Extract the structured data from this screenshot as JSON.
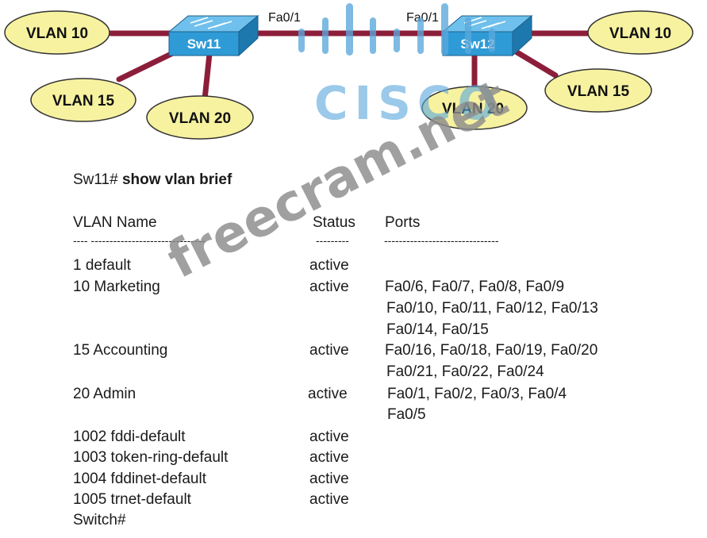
{
  "diagram": {
    "left": {
      "switch": "Sw11",
      "vlans": [
        "VLAN 10",
        "VLAN 15",
        "VLAN 20"
      ],
      "port": "Fa0/1"
    },
    "right": {
      "switch": "Sw12",
      "vlans": [
        "VLAN 10",
        "VLAN 15",
        "VLAN 20"
      ],
      "port": "Fa0/1"
    }
  },
  "logo": {
    "text": "CISCO",
    "color": "#5aa8dc"
  },
  "colors": {
    "link": "#8c1e3a",
    "ellipse": "#f7f2a0",
    "switch": "#2f9bd6"
  },
  "output": {
    "prompt": "Sw11#",
    "command": "show vlan brief",
    "headers": {
      "vlan_name": "VLAN Name",
      "status": "Status",
      "ports": "Ports"
    },
    "dashes": {
      "id": "----",
      "name": "-------------------------------",
      "status": "---------",
      "ports": "-------------------------------"
    },
    "rows": [
      {
        "id_name": "1    default",
        "status": "active",
        "ports": []
      },
      {
        "id_name": "10   Marketing",
        "status": "active",
        "ports": [
          "Fa0/6, Fa0/7, Fa0/8, Fa0/9",
          "Fa0/10, Fa0/11, Fa0/12, Fa0/13",
          "Fa0/14, Fa0/15"
        ]
      },
      {
        "id_name": "15   Accounting",
        "status": "active",
        "ports": [
          "Fa0/16, Fa0/18, Fa0/19, Fa0/20",
          "Fa0/21, Fa0/22, Fa0/24"
        ]
      },
      {
        "id_name": "20   Admin",
        "status": "active",
        "ports": [
          "Fa0/1, Fa0/2, Fa0/3, Fa0/4",
          "Fa0/5"
        ]
      },
      {
        "id_name": "1002 fddi-default",
        "status": "active",
        "ports": []
      },
      {
        "id_name": "1003 token-ring-default",
        "status": "active",
        "ports": []
      },
      {
        "id_name": "1004 fddinet-default",
        "status": "active",
        "ports": []
      },
      {
        "id_name": "1005 trnet-default",
        "status": "active",
        "ports": []
      }
    ],
    "end_prompt": "Switch#"
  },
  "watermark": "freecram.net"
}
